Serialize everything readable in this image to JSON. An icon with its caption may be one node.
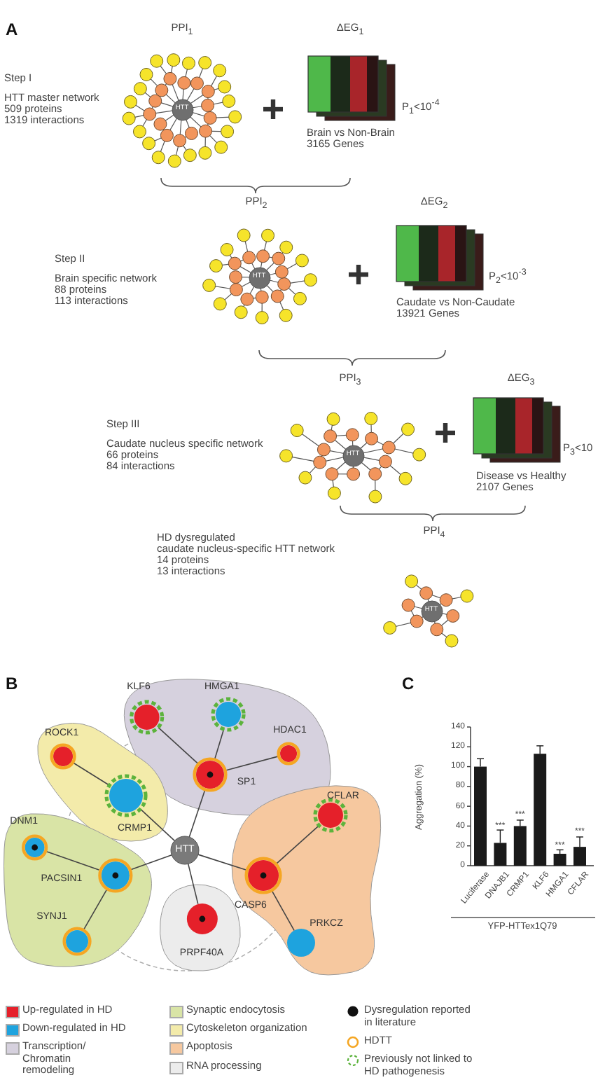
{
  "diagram": {
    "nodes": [
      {
        "text": [],
        "shape": "blob"
      },
      {
        "text": [
          "KLF6"
        ],
        "in": 0
      },
      {
        "text": [
          "HMGA1"
        ],
        "in": 0
      },
      {
        "text": [
          "HDAC1"
        ],
        "in": 0
      },
      {
        "text": [
          "SP1"
        ],
        "in": 0
      },
      {
        "text": [],
        "shape": "blob"
      },
      {
        "text": [
          "ROCK1"
        ],
        "in": 5
      },
      {
        "text": [
          "CRMP1"
        ],
        "in": 5
      },
      {
        "text": [],
        "shape": "blob"
      },
      {
        "text": [
          "DNM1"
        ],
        "in": 8
      },
      {
        "text": [
          "PACSIN1"
        ],
        "in": 8
      },
      {
        "text": [
          "SYNJ1"
        ],
        "in": 8
      },
      {
        "text": [],
        "shape": "blob"
      },
      {
        "text": [
          "CFLAR"
        ],
        "in": 12
      },
      {
        "text": [
          "CASP6"
        ],
        "in": 12
      },
      {
        "text": [
          "PRKCZ"
        ],
        "in": 12
      },
      {
        "text": [],
        "shape": "blob"
      },
      {
        "text": [
          "PRPF40A"
        ],
        "in": 16
      },
      {
        "text": [
          "HTT"
        ]
      },
      {
        "text": [
          "HTT"
        ]
      },
      {
        "text": [
          "HTT"
        ]
      },
      {
        "text": [
          "HTT"
        ]
      },
      {
        "text": [
          "HTT"
        ]
      }
    ],
    "edges": [
      {
        "from": 1,
        "to": 4,
        "arrow": "none"
      },
      {
        "from": 2,
        "to": 4,
        "arrow": "none"
      },
      {
        "from": 3,
        "to": 4,
        "arrow": "none"
      },
      {
        "from": 4,
        "to": 18,
        "arrow": "none"
      },
      {
        "from": 6,
        "to": 7,
        "arrow": "none"
      },
      {
        "from": 7,
        "to": 18,
        "arrow": "none"
      },
      {
        "from": 9,
        "to": 10,
        "arrow": "none"
      },
      {
        "from": 10,
        "to": 18,
        "arrow": "none"
      },
      {
        "from": 11,
        "to": 10,
        "arrow": "none"
      },
      {
        "from": 18,
        "to": 17,
        "arrow": "none"
      },
      {
        "from": 18,
        "to": 14,
        "arrow": "none"
      },
      {
        "from": 14,
        "to": 13,
        "arrow": "none"
      },
      {
        "from": 14,
        "to": 15,
        "arrow": "none"
      }
    ],
    "labels": [
      "A",
      "PPI$_{1}$",
      "ΔEG$_{1}$",
      "Step I",
      "HTT master network",
      "509 proteins",
      "1319 interactions",
      "P$_{1}$<10$^{-4}$",
      "Brain vs Non-Brain",
      "3165 Genes",
      "PPI$_{2}$",
      "ΔEG$_{2}$",
      "Step II",
      "Brain specific network",
      "88 proteins",
      "113 interactions",
      "P$_{2}$<10$^{-3}$",
      "Caudate vs Non-Caudate",
      "13921 Genes",
      "PPI$_{3}$",
      "ΔEG$_{3}$",
      "Step III",
      "Caudate nucleus specific network",
      "66 proteins",
      "84 interactions",
      "P$_{3}$<10",
      "Disease vs Healthy",
      "2107 Genes",
      "PPI$_{4}$",
      "HD dysregulated",
      "caudate nucleus-specific HTT network",
      "14 proteins",
      "13 interactions",
      "B",
      "C"
    ],
    "legend": [
      {
        "text": "Up-regulated in HD",
        "color": "#e5202a"
      },
      {
        "text": "Down-regulated in HD",
        "color": "#1ea3de"
      },
      {
        "text": "Transcription/ Chromatin remodeling",
        "color": "#d6d1de"
      },
      {
        "text": "Synaptic endocytosis",
        "color": "#d9e4a6"
      },
      {
        "text": "Cytoskeleton organization",
        "color": "#f3ebaa"
      },
      {
        "text": "Apoptosis",
        "color": "#f6c89f"
      },
      {
        "text": "RNA processing",
        "color": "#ececec"
      },
      {
        "text": "Dysregulation reported in literature"
      },
      {
        "text": "HDTT"
      },
      {
        "text": "Previously not linked to HD pathogenesis"
      }
    ],
    "chart_data": {
      "type": "bar",
      "xlabel": "YFP-HTTex1Q79",
      "ylabel": "Aggregation (%)",
      "categories": [
        "Luciferase",
        "DNAJB1",
        "CRMP1",
        "KLF6",
        "HMGA1",
        "CFLAR"
      ],
      "values": [
        100,
        23,
        40,
        113,
        12,
        19
      ],
      "ylim": [
        0,
        140
      ],
      "yticks": [
        0,
        20,
        40,
        60,
        80,
        100,
        120,
        140
      ],
      "annotations": [
        "***",
        "***",
        "***",
        "***"
      ]
    }
  }
}
